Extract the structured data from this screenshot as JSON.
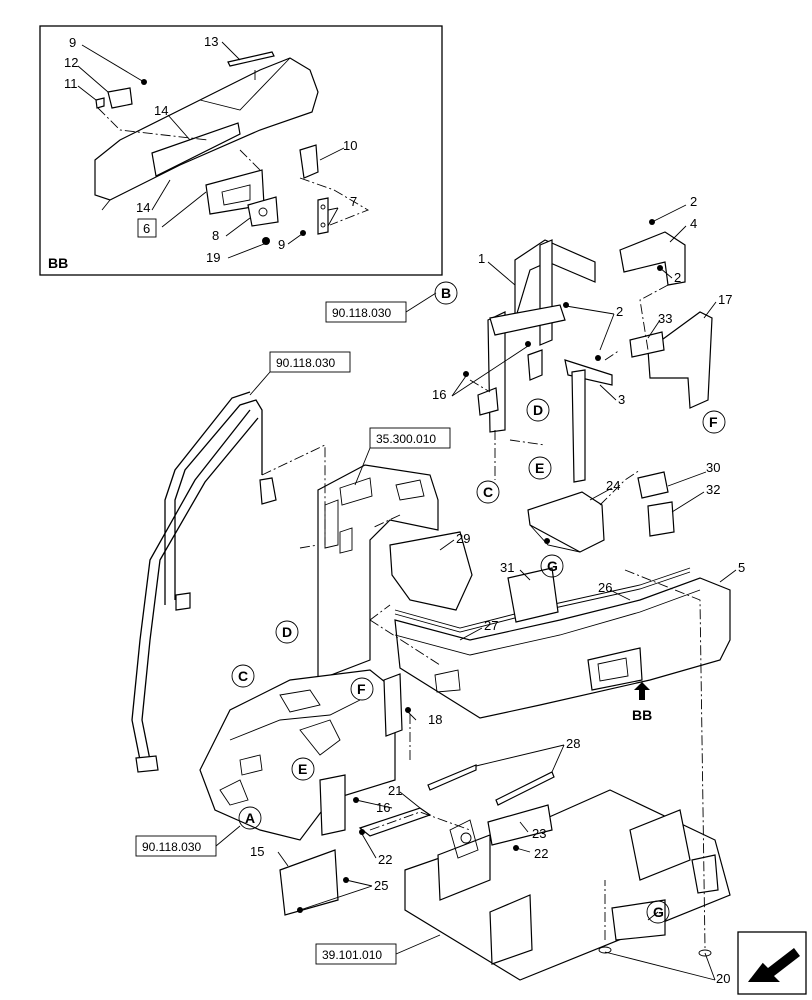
{
  "inset": {
    "title": "BB",
    "callouts": [
      "9",
      "12",
      "11",
      "13",
      "14",
      "14",
      "10",
      "7",
      "6",
      "8",
      "9",
      "19"
    ]
  },
  "callouts": {
    "c1": "1",
    "c2a": "2",
    "c2b": "2",
    "c2c": "2",
    "c3": "3",
    "c4": "4",
    "c5": "5",
    "c15": "15",
    "c16a": "16",
    "c16b": "16",
    "c17": "17",
    "c18": "18",
    "c20": "20",
    "c21": "21",
    "c22a": "22",
    "c22b": "22",
    "c23": "23",
    "c24": "24",
    "c25": "25",
    "c26": "26",
    "c27": "27",
    "c28": "28",
    "c29": "29",
    "c30": "30",
    "c31": "31",
    "c32": "32",
    "c33": "33"
  },
  "refs": {
    "r1": "90.118.030",
    "r2": "90.118.030",
    "r3": "35.300.010",
    "r4": "90.118.030",
    "r5": "39.101.010"
  },
  "markers": {
    "A": "A",
    "B": "B",
    "C": "C",
    "D": "D",
    "E": "E",
    "F": "F",
    "G": "G"
  },
  "view_label": "BB",
  "nav_icon": "arrow-nav-icon"
}
